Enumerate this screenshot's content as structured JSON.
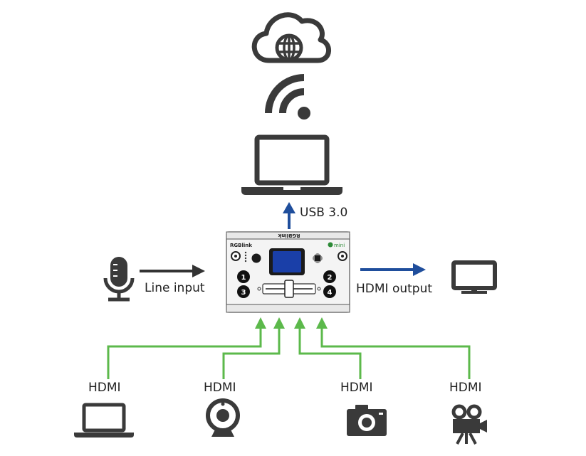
{
  "labels": {
    "usb": "USB 3.0",
    "line_input": "Line input",
    "hdmi_output": "HDMI output",
    "hdmi_1": "HDMI",
    "hdmi_2": "HDMI",
    "hdmi_3": "HDMI",
    "hdmi_4": "HDMI"
  },
  "device": {
    "brand": "RGBlink",
    "top_logo": "RGBlink",
    "model": "mini",
    "buttons": [
      "1",
      "2",
      "3",
      "4"
    ]
  },
  "icons": {
    "cloud": "cloud-globe-icon",
    "wifi": "wifi-icon",
    "laptop_top": "laptop-icon",
    "microphone": "microphone-icon",
    "monitor": "monitor-icon",
    "laptop_source": "laptop-icon",
    "webcam": "webcam-icon",
    "camera": "camera-icon",
    "video_camera": "video-camera-icon"
  },
  "colors": {
    "icon": "#3a3a3a",
    "usb_arrow": "#1f4e9c",
    "hdmi_out_arrow": "#1f4e9c",
    "line_in_arrow": "#333333",
    "hdmi_in_lines": "#5cb94b",
    "screen": "#1a3fa8"
  }
}
